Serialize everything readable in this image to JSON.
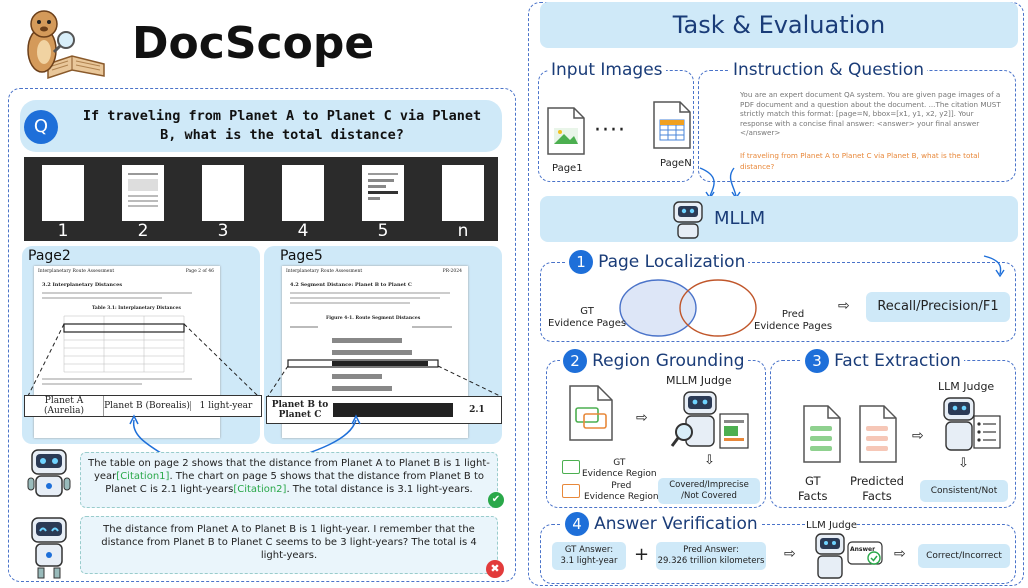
{
  "left": {
    "logo": "DocScope",
    "question_badge": "Q",
    "question": "If traveling from Planet A to Planet C via Planet B, what is the total distance?",
    "filmstrip_numbers": [
      "1",
      "2",
      "3",
      "4",
      "5",
      "n"
    ],
    "page2": {
      "label": "Page2",
      "header_left": "Interplanetary Route Assessment",
      "header_right": "Page 2 of 46",
      "section_title": "3.2   Interplanetary Distances",
      "table_title": "Table 3.1: Interplanetary Distances",
      "callout": [
        "Planet A (Aurelia)",
        "Planet B (Borealis)",
        "1 light-year"
      ]
    },
    "page5": {
      "label": "Page5",
      "header_left": "Interplanetary Route Assessment",
      "header_right": "PR-2024",
      "section_title": "4.2   Segment Distance: Planet B to Planet C",
      "figure_title": "Figure 4-1. Route Segment Distances",
      "callout": [
        "Planet B to Planet C",
        "2.1"
      ]
    },
    "good_answer": {
      "parts": [
        "The table on page 2 shows that the distance from Planet A to Planet B is 1 light-year",
        "[Citation1]",
        ". The chart on page 5 shows that the distance from Planet B to Planet C is 2.1 light-years",
        "[Citation2]",
        ". The total distance is 3.1 light-years."
      ],
      "mark": "✔"
    },
    "bad_answer": {
      "text": "The distance from Planet A to Planet B is 1 light-year. I remember that the distance from Planet B to Planet C seems to be 3 light-years? The total is 4 light-years.",
      "mark": "✖"
    }
  },
  "right": {
    "header": "Task & Evaluation",
    "input_images": {
      "title": "Input Images",
      "dots": "····",
      "page1": "Page1",
      "pageN": "PageN"
    },
    "instruction": {
      "title": "Instruction & Question",
      "text": "You are an expert document QA system. You are given page images of a PDF document and a question about the document. ...The citation MUST strictly match this format: [page=N, bbox=[x1, y1, x2, y2]]. Your response with a concise final answer: <answer> your final answer </answer>",
      "question": "If traveling from Planet A to Planet C via Planet B, what is the total distance?"
    },
    "mllm": "MLLM",
    "page_localization": {
      "num": "1",
      "title": "Page Localization",
      "gt": "GT\nEvidence Pages",
      "pred": "Pred\nEvidence Pages",
      "metric": "Recall/Precision/F1"
    },
    "region_grounding": {
      "num": "2",
      "title": "Region Grounding",
      "judge": "MLLM Judge",
      "gt": "GT\nEvidence Region",
      "pred": "Pred\nEvidence Region",
      "result": "Covered/Imprecise\n/Not Covered"
    },
    "fact_extraction": {
      "num": "3",
      "title": "Fact Extraction",
      "judge": "LLM Judge",
      "gt": "GT\nFacts",
      "pred": "Predicted\nFacts",
      "result": "Consistent/Not"
    },
    "answer_verification": {
      "num": "4",
      "title": "Answer Verification",
      "judge": "LLM Judge",
      "gt": "GT Answer:\n3.1 light-year",
      "plus": "+",
      "pred": "Pred Answer:\n29.326 trillion kilometers",
      "bubble": "Answer",
      "result": "Correct/Incorrect"
    }
  },
  "colors": {
    "accent_blue": "#1e6fd9",
    "light_blue": "#cfe9f8",
    "gt_green": "#4caf50",
    "pred_orange": "#e8883a",
    "citation_green": "#2aa84a"
  }
}
